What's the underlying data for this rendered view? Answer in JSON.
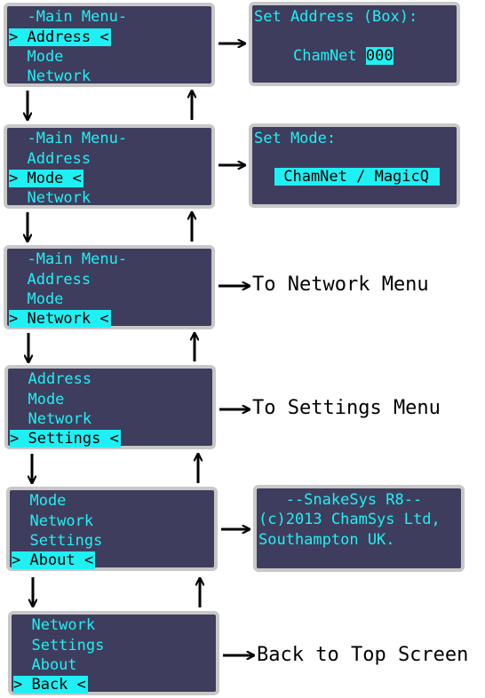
{
  "menu_screens": [
    {
      "lines": [
        "  -Main Menu-",
        "> Address <",
        "  Mode",
        "  Network"
      ],
      "selected": 1
    },
    {
      "lines": [
        "  -Main Menu-",
        "  Address",
        "> Mode <",
        "  Network"
      ],
      "selected": 2
    },
    {
      "lines": [
        "  -Main Menu-",
        "  Address",
        "  Mode",
        "> Network <"
      ],
      "selected": 3
    },
    {
      "lines": [
        "  Address",
        "  Mode",
        "  Network",
        "> Settings <"
      ],
      "selected": 3
    },
    {
      "lines": [
        "  Mode",
        "  Network",
        "  Settings",
        "> About <"
      ],
      "selected": 3
    },
    {
      "lines": [
        "  Network",
        "  Settings",
        "  About",
        "> Back <"
      ],
      "selected": 3
    }
  ],
  "address_screen": {
    "title": "Set Address (Box):",
    "prefix": "ChamNet ",
    "value": "000"
  },
  "mode_screen": {
    "title": "Set Mode:",
    "value": " ChamNet / MagicQ "
  },
  "about_screen": {
    "lines": [
      "   --SnakeSys R8--",
      "(c)2013 ChamSys Ltd,",
      "Southampton UK."
    ]
  },
  "labels": {
    "network": "To Network Menu",
    "settings": "To Settings Menu",
    "back": "Back to Top Screen"
  },
  "colors": {
    "screen_bg": "#3f3d5e",
    "screen_border": "#c8c8c8",
    "text": "#1ff0f4",
    "highlight_text": "#000000",
    "arrow": "#000000"
  }
}
